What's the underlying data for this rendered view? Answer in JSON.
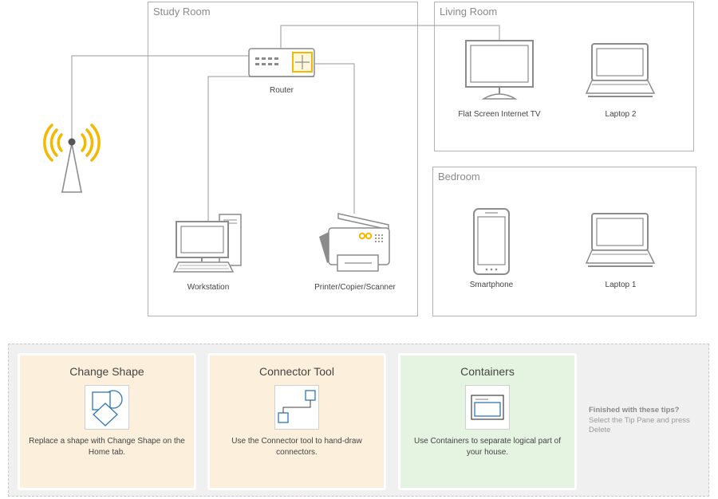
{
  "rooms": {
    "study": "Study Room",
    "living": "Living Room",
    "bedroom": "Bedroom"
  },
  "devices": {
    "router": "Router",
    "tv": "Flat Screen Internet TV",
    "laptop2": "Laptop 2",
    "workstation": "Workstation",
    "printer": "Printer/Copier/Scanner",
    "smartphone": "Smartphone",
    "laptop1": "Laptop 1"
  },
  "colors": {
    "wifi_accent": "#f5b800",
    "line": "#8c8c8c",
    "tip_orange": "#fcefdc",
    "tip_green": "#e5f4e0",
    "icon_blue": "#2e75b6"
  },
  "icons": {
    "antenna": "wifi-antenna-icon",
    "router": "router-icon",
    "tv": "monitor-icon",
    "laptop": "laptop-icon",
    "workstation": "desktop-computer-icon",
    "printer": "printer-icon",
    "smartphone": "smartphone-icon"
  },
  "tips": [
    {
      "title": "Change Shape",
      "description": "Replace a shape with Change Shape on the Home tab.",
      "icon": "change-shape-icon"
    },
    {
      "title": "Connector Tool",
      "description": "Use the Connector tool to hand-draw connectors.",
      "icon": "connector-tool-icon"
    },
    {
      "title": "Containers",
      "description": "Use Containers to separate logical part of your house.",
      "icon": "container-icon"
    }
  ],
  "finished": {
    "heading": "Finished with these tips?",
    "text": "Select the Tip Pane and press Delete"
  }
}
